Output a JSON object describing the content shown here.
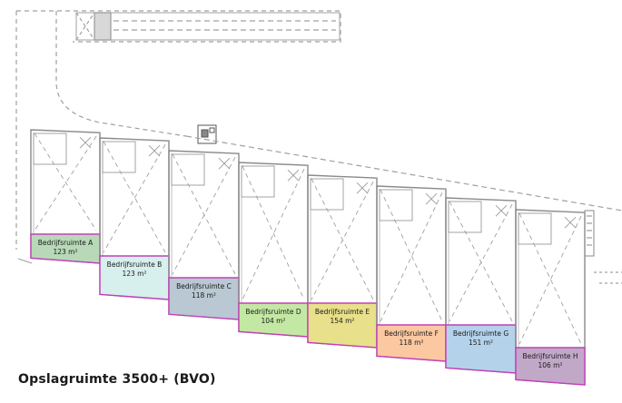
{
  "title": "Opslagruimte 3500+ (BVO)",
  "units": [
    {
      "id": "A",
      "name": "Bedrijfsruimte A",
      "area": "123 m²",
      "color": "#b8d9b8"
    },
    {
      "id": "B",
      "name": "Bedrijfsruimte B",
      "area": "123 m²",
      "color": "#d7f0ee"
    },
    {
      "id": "C",
      "name": "Bedrijfsruimte C",
      "area": "118 m²",
      "color": "#b9c8d2"
    },
    {
      "id": "D",
      "name": "Bedrijfsruimte D",
      "area": "104 m²",
      "color": "#c3e8a4"
    },
    {
      "id": "E",
      "name": "Bedrijfsruimte E",
      "area": "154 m²",
      "color": "#e8e08a"
    },
    {
      "id": "F",
      "name": "Bedrijfsruimte F",
      "area": "118 m²",
      "color": "#fbc8a2"
    },
    {
      "id": "G",
      "name": "Bedrijfsruimte G",
      "area": "151 m²",
      "color": "#b4d2ea"
    },
    {
      "id": "H",
      "name": "Bedrijfsruimte H",
      "area": "106 m²",
      "color": "#c2a8c8"
    }
  ],
  "colors": {
    "outline": "#c23fb8",
    "wall": "#8a8a8a",
    "dash": "#a0a0a0"
  }
}
